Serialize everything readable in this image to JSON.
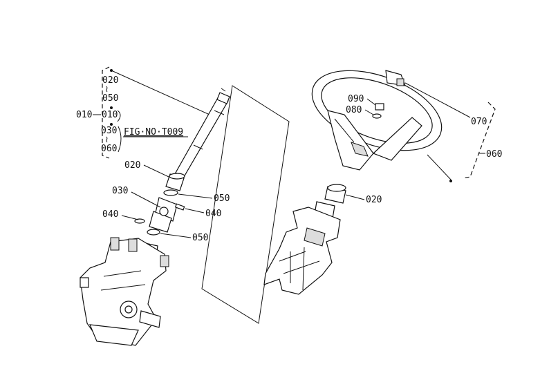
{
  "diagram": {
    "ref_figure": "FIG·NO·T009",
    "left_group": {
      "bracket_items": [
        "020",
        "050",
        "010",
        "030",
        "060"
      ],
      "tilde": "≀",
      "outer_label": "010"
    },
    "callouts": {
      "shaft_020": "020",
      "joint_030": "030",
      "washer_050_upper": "050",
      "pin_040_right": "040",
      "pin_040_left": "040",
      "washer_050_lower": "050",
      "cap_090": "090",
      "nut_080": "080",
      "cover_070": "070",
      "wheel_060": "060",
      "bushing_020": "020"
    }
  }
}
